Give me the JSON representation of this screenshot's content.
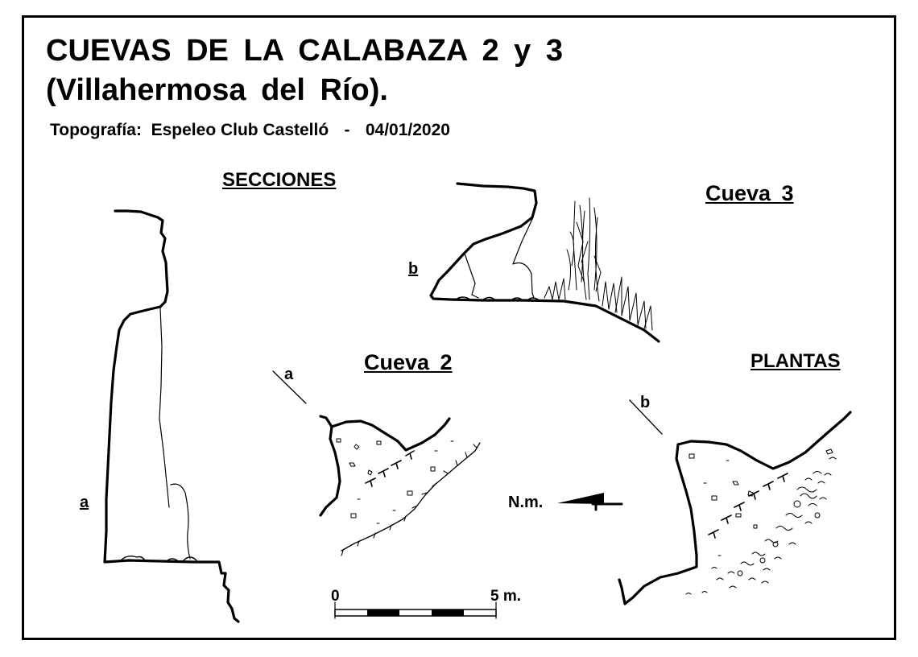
{
  "title": {
    "line1": "CUEVAS DE LA CALABAZA 2 y 3",
    "line2": "(Villahermosa del Río)."
  },
  "credit": {
    "label": "Topografía:",
    "author": "Espeleo Club Castelló",
    "separator": "-",
    "date": "04/01/2020"
  },
  "sections": {
    "heading": "SECCIONES",
    "label_a": "a",
    "label_b": "b"
  },
  "plans": {
    "heading": "PLANTAS",
    "label_a": "a",
    "label_b": "b"
  },
  "caves": {
    "cave2": "Cueva 2",
    "cave3": "Cueva 3"
  },
  "north": {
    "label": "N.m.",
    "icon": "north-arrow-icon"
  },
  "scale": {
    "start_label": "0",
    "end_label": "5 m.",
    "segments": 5
  },
  "colors": {
    "ink": "#000000",
    "paper": "#ffffff"
  }
}
